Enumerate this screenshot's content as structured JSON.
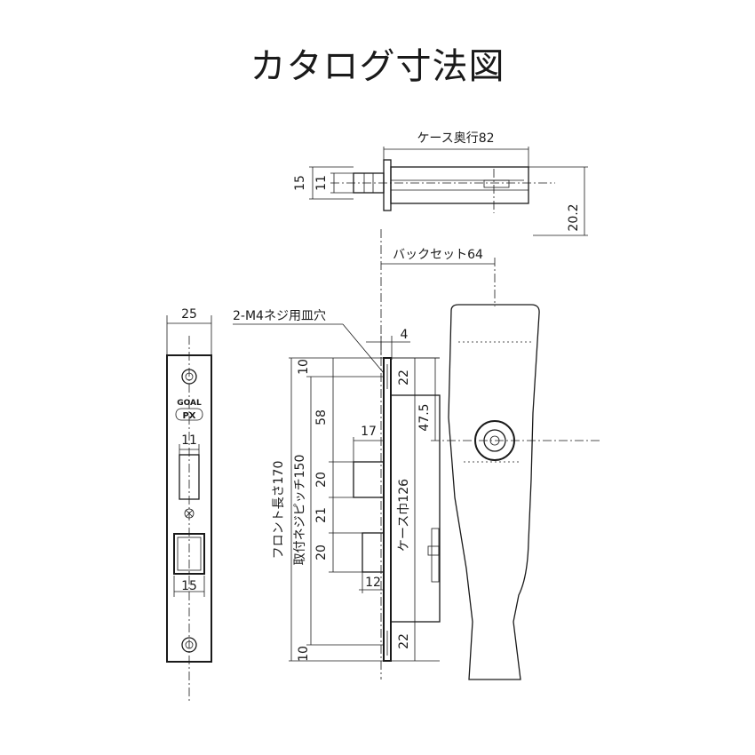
{
  "title": "カタログ寸法図",
  "brand": {
    "name": "GOAL",
    "model": "PX"
  },
  "top_view": {
    "depth_label": "ケース奥行82",
    "dim_15": "15",
    "dim_11": "11",
    "dim_20_2": "20.2"
  },
  "front_view": {
    "width_label": "25",
    "cutout_top_width": "11",
    "cutout_bottom_width": "15"
  },
  "side_view": {
    "backset_label": "バックセット64",
    "screw_note": "2-M4ネジ用皿穴",
    "dim_4": "4",
    "dim_10_top": "10",
    "dim_58": "58",
    "dim_20_a": "20",
    "dim_21": "21",
    "dim_20_b": "20",
    "dim_10_bottom": "10",
    "dim_17": "17",
    "dim_12": "12",
    "dim_22_top": "22",
    "dim_47_5": "47.5",
    "dim_22_bottom": "22",
    "case_width_label": "ケース巾126",
    "front_length_label": "フロント長さ170",
    "screw_pitch_label": "取付ネジピッチ150"
  }
}
